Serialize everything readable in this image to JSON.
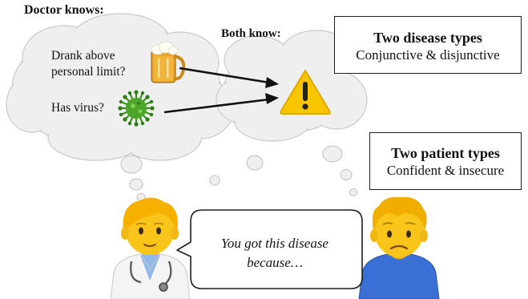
{
  "labels": {
    "doctor_knows": "Doctor knows:",
    "both_know": "Both know:",
    "question_drank_line1": "Drank above",
    "question_drank_line2": "personal limit?",
    "question_virus": "Has virus?"
  },
  "disease_box": {
    "title": "Two disease types",
    "subtitle": "Conjunctive & disjunctive"
  },
  "patient_box": {
    "title": "Two patient types",
    "subtitle": "Confident & insecure"
  },
  "speech": {
    "line1": "You got this disease",
    "line2": "because…"
  },
  "icons": {
    "beer": "beer-mug-icon",
    "virus": "virus-icon",
    "warning": "warning-icon",
    "doctor": "doctor-emoji",
    "patient": "sad-patient-emoji"
  },
  "colors": {
    "cloud_fill": "#efefef",
    "cloud_stroke": "#c9c9c9",
    "warning_yellow": "#f7c600",
    "skin": "#f9c51a",
    "hair_doctor": "#f6b100",
    "shirt_patient": "#3a6fd6",
    "virus_green": "#4ba528"
  }
}
